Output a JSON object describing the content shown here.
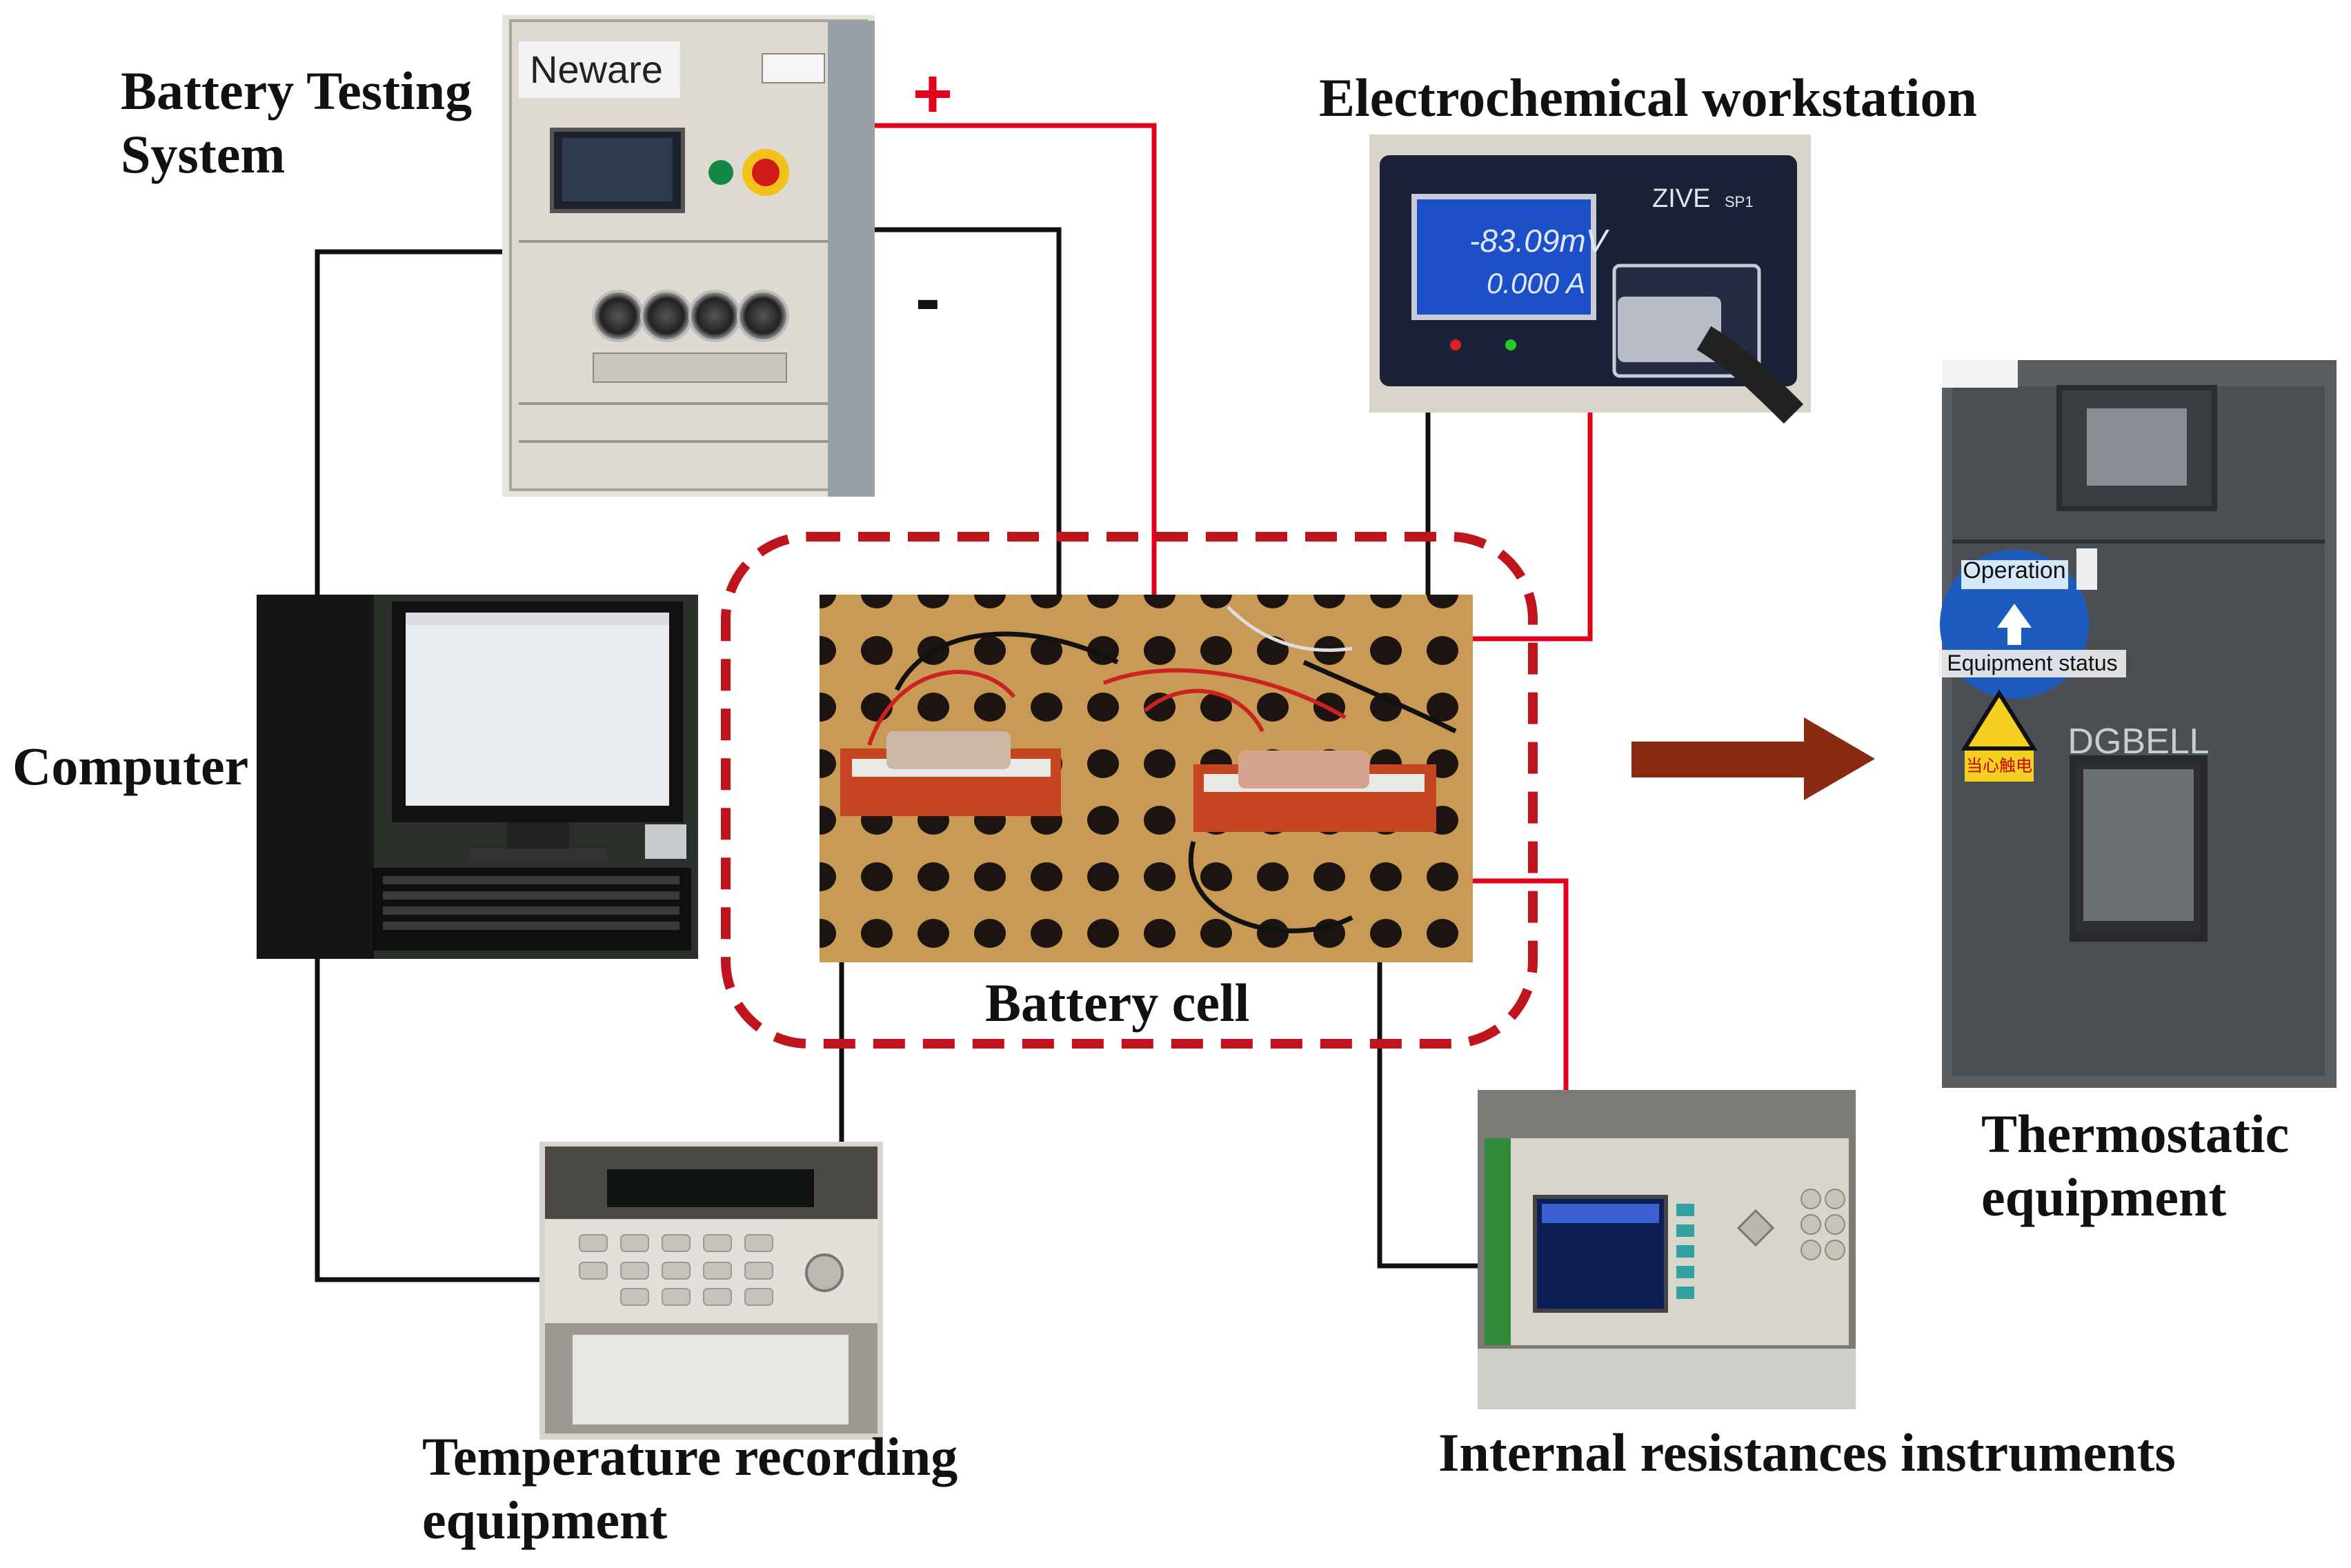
{
  "labels": {
    "battery_testing_system": [
      "Battery Testing",
      "System"
    ],
    "electrochemical_workstation": "Electrochemical workstation",
    "computer": "Computer",
    "battery_cell": "Battery cell",
    "thermostatic_equipment": [
      "Thermostatic",
      "equipment"
    ],
    "temperature_recording_equipment": [
      "Temperature recording",
      "equipment"
    ],
    "internal_resistances_instruments": "Internal resistances instruments"
  },
  "device_text": {
    "neware_brand": "Neware",
    "zive_brand": "ZIVE",
    "zive_model": "SP1",
    "zive_voltage": "-83.09mV",
    "zive_current": "0.000 A",
    "dgbell_brand": "DGBELL",
    "operation": "Operation",
    "equipment_status": "Equipment status",
    "warning_cn": "当心触电"
  },
  "polarity": {
    "positive": "+",
    "negative": "-"
  },
  "colors": {
    "positive_wire": "#e3001b",
    "negative_wire": "#111111",
    "dashed_box": "#c0141c",
    "arrow": "#8b2a12"
  }
}
